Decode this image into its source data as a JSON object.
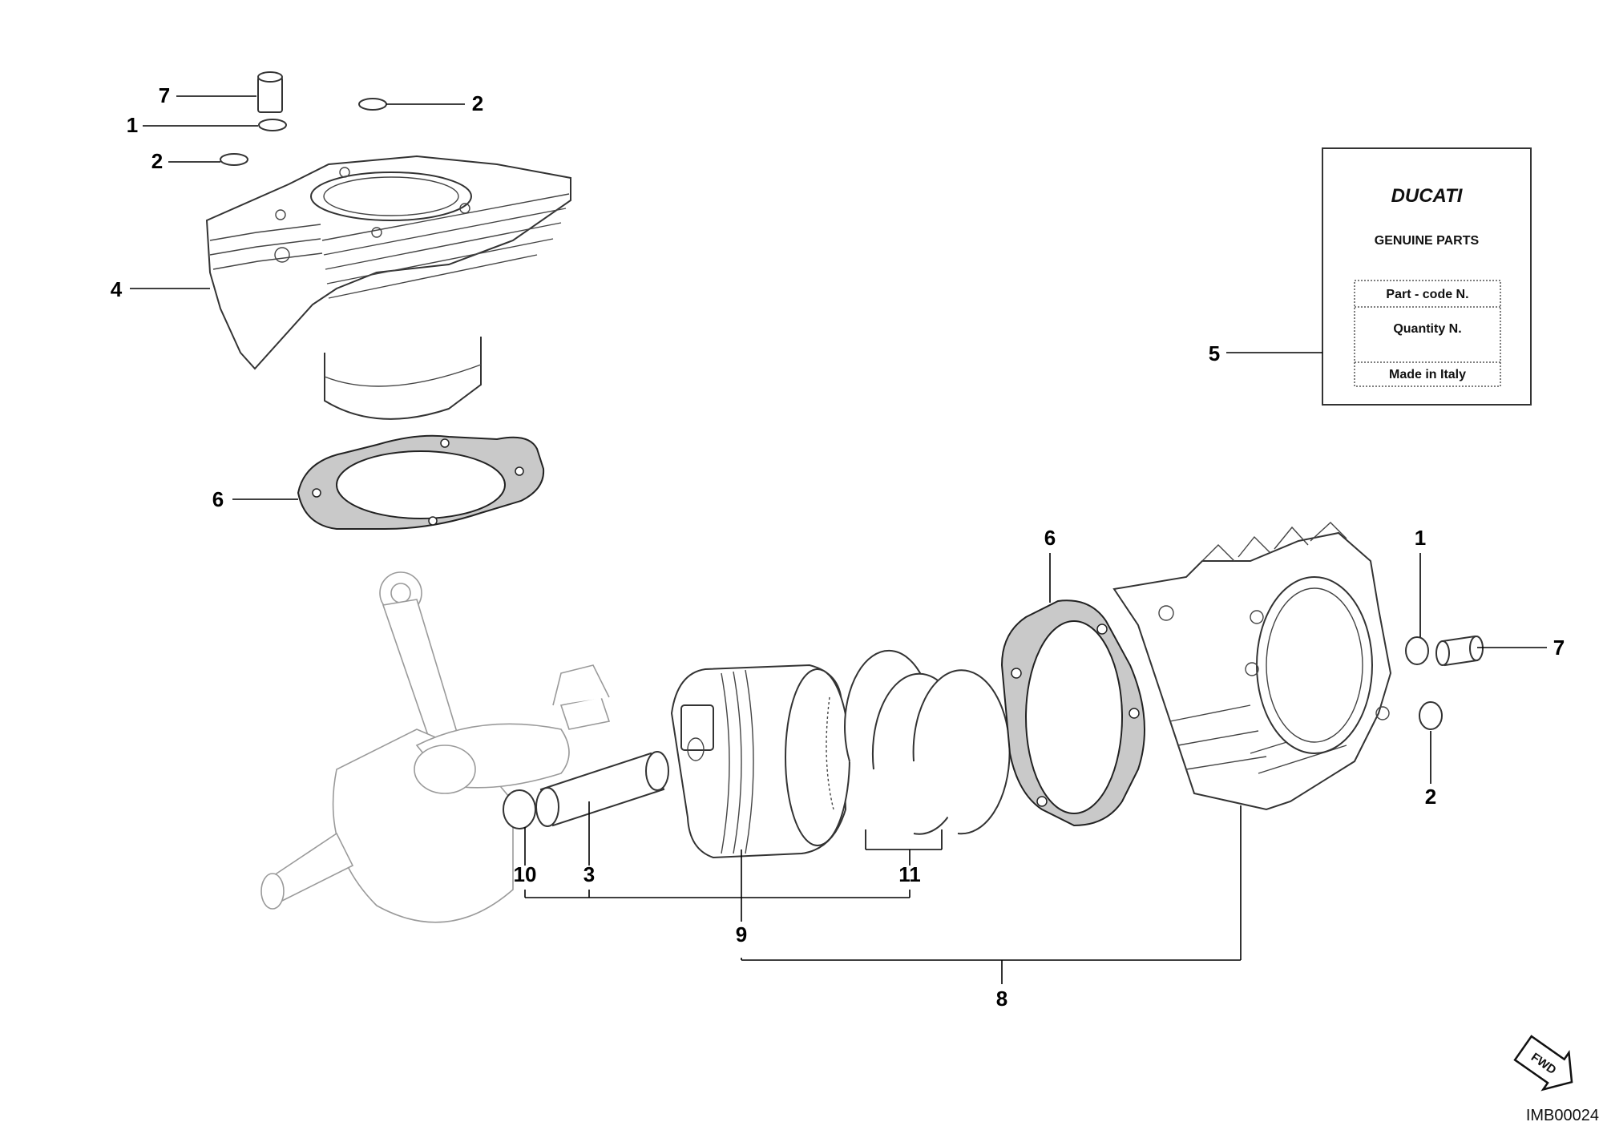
{
  "callouts": {
    "top_7": "7",
    "top_1": "1",
    "top_2_left": "2",
    "top_2_right": "2",
    "top_4": "4",
    "top_6": "6",
    "label_5": "5",
    "right_6": "6",
    "right_1": "1",
    "right_7": "7",
    "right_2": "2",
    "bottom_10": "10",
    "bottom_3": "3",
    "bottom_11": "11",
    "bottom_9": "9",
    "bottom_8": "8"
  },
  "parts_label": {
    "brand": "DUCATI",
    "heading": "GENUINE PARTS",
    "row1": "Part - code N.",
    "row2": "Quantity N.",
    "row3": "Made in Italy"
  },
  "fwd_marker": "FWD",
  "image_code": "IMB00024"
}
